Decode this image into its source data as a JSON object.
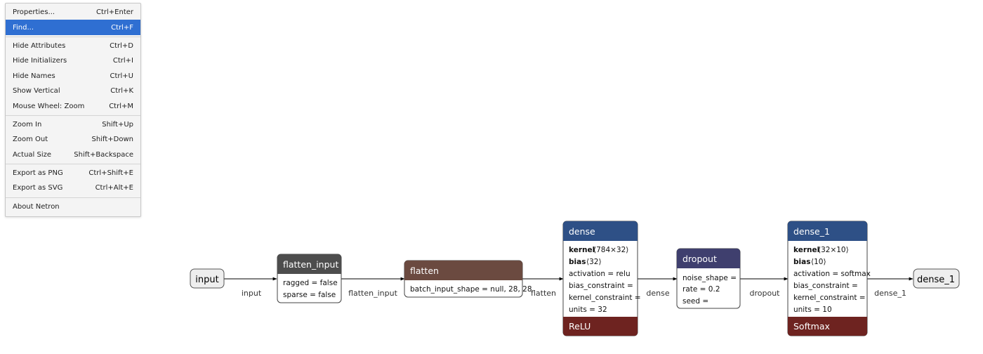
{
  "menu": {
    "items": [
      {
        "label": "Properties...",
        "shortcut": "Ctrl+Enter"
      },
      {
        "label": "Find...",
        "shortcut": "Ctrl+F",
        "highlighted": true
      },
      {
        "label": "Hide Attributes",
        "shortcut": "Ctrl+D"
      },
      {
        "label": "Hide Initializers",
        "shortcut": "Ctrl+I"
      },
      {
        "label": "Hide Names",
        "shortcut": "Ctrl+U"
      },
      {
        "label": "Show Vertical",
        "shortcut": "Ctrl+K"
      },
      {
        "label": "Mouse Wheel: Zoom",
        "shortcut": "Ctrl+M"
      },
      {
        "label": "Zoom In",
        "shortcut": "Shift+Up"
      },
      {
        "label": "Zoom Out",
        "shortcut": "Shift+Down"
      },
      {
        "label": "Actual Size",
        "shortcut": "Shift+Backspace"
      },
      {
        "label": "Export as PNG",
        "shortcut": "Ctrl+Shift+E"
      },
      {
        "label": "Export as SVG",
        "shortcut": "Ctrl+Alt+E"
      },
      {
        "label": "About Netron",
        "shortcut": ""
      }
    ],
    "highlight_color": "#2f6fd2"
  },
  "graph": {
    "input_label": "input",
    "output_label": "dense_1",
    "edges": [
      "input",
      "flatten_input",
      "flatten",
      "dense",
      "dropout",
      "dense_1"
    ],
    "nodes": {
      "flatten_input": {
        "title": "flatten_input",
        "header_color": "#4d4d4d",
        "attributes": [
          "ragged = false",
          "sparse = false"
        ]
      },
      "flatten": {
        "title": "flatten",
        "header_color": "#6b4a40",
        "attributes": [
          "batch_input_shape = null, 28, 28"
        ]
      },
      "dense": {
        "title": "dense",
        "header_color": "#2e5086",
        "weights": [
          {
            "name": "kernel",
            "shape": "⟨784×32⟩"
          },
          {
            "name": "bias",
            "shape": "⟨32⟩"
          }
        ],
        "attributes": [
          "activation = relu",
          "bias_constraint =",
          "kernel_constraint =",
          "units = 32"
        ],
        "activation": "ReLU",
        "activation_color": "#6e2320"
      },
      "dropout": {
        "title": "dropout",
        "header_color": "#3f3f6e",
        "attributes": [
          "noise_shape =",
          "rate = 0.2",
          "seed ="
        ]
      },
      "dense_1": {
        "title": "dense_1",
        "header_color": "#2e5086",
        "weights": [
          {
            "name": "kernel",
            "shape": "⟨32×10⟩"
          },
          {
            "name": "bias",
            "shape": "⟨10⟩"
          }
        ],
        "attributes": [
          "activation = softmax",
          "bias_constraint =",
          "kernel_constraint =",
          "units = 10"
        ],
        "activation": "Softmax",
        "activation_color": "#6e2320"
      }
    }
  }
}
